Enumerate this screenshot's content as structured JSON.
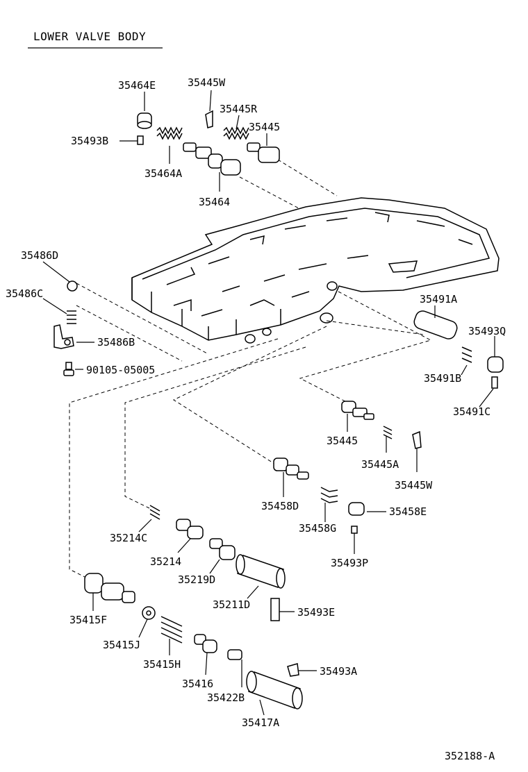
{
  "title": "LOWER VALVE BODY",
  "figure_code": "352188-A",
  "labels": {
    "p35464E": "35464E",
    "p35445W_top": "35445W",
    "p35445R": "35445R",
    "p35445_top": "35445",
    "p35493B": "35493B",
    "p35464A": "35464A",
    "p35464": "35464",
    "p35486D": "35486D",
    "p35486C": "35486C",
    "p35486B": "35486B",
    "p90105": "90105-05005",
    "p35491A": "35491A",
    "p35493Q": "35493Q",
    "p35491B": "35491B",
    "p35491C": "35491C",
    "p35445_mid": "35445",
    "p35445A": "35445A",
    "p35445W_mid": "35445W",
    "p35458D": "35458D",
    "p35458G": "35458G",
    "p35458E": "35458E",
    "p35493P": "35493P",
    "p35214C": "35214C",
    "p35214": "35214",
    "p35219D": "35219D",
    "p35211D": "35211D",
    "p35493E": "35493E",
    "p35415F": "35415F",
    "p35415J": "35415J",
    "p35415H": "35415H",
    "p35416": "35416",
    "p35422B": "35422B",
    "p35493A": "35493A",
    "p35417A": "35417A"
  }
}
